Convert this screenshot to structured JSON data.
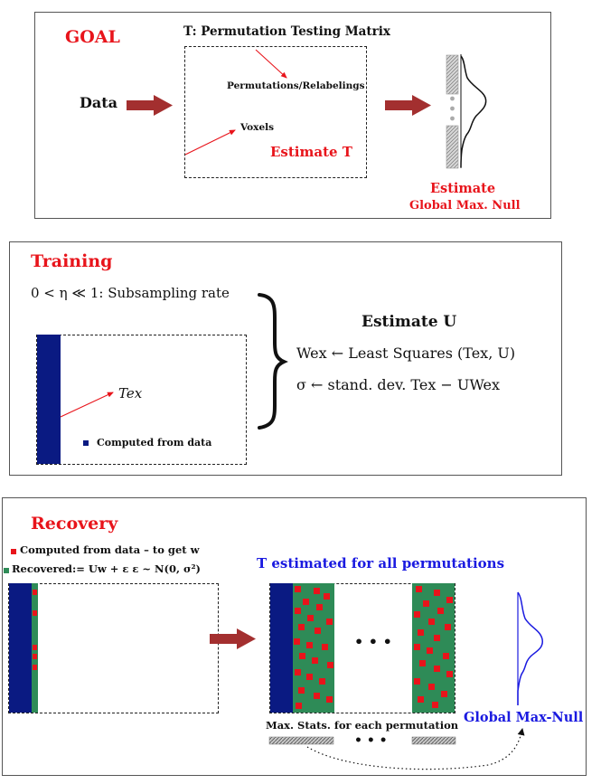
{
  "goal": {
    "title": "GOAL",
    "matrix_label": "T: Permutation Testing Matrix",
    "input_label": "Data",
    "permutations_label": "Permutations/Relabelings",
    "voxels_label": "Voxels",
    "estimate_T_label": "Estimate T",
    "estimate_label": "Estimate",
    "global_null_label": "Global Max. Null"
  },
  "training": {
    "title": "Training",
    "eta_label": "0 < η ≪ 1: Subsampling rate",
    "tex_label": "Tex",
    "computed_label": "Computed from data",
    "estimate_U": "Estimate U",
    "wex_line": "Wex ← Least Squares (Tex, U)",
    "sigma_line": "σ ← stand. dev. Tex − UWex"
  },
  "recovery": {
    "title": "Recovery",
    "computed_legend": "Computed from data – to get w",
    "recovered_legend": "Recovered:= Uw + ε   ε ~ N(0, σ²)",
    "estimated_label": "T estimated for all permutations",
    "ellipsis": "• • •",
    "max_stats_label": "Max. Stats. for each permutation",
    "global_max_null_label": "Global Max-Null"
  },
  "colors": {
    "red": "#e8141b",
    "dark_blue": "#0a1a82",
    "green": "#2e8b57",
    "blue_text": "#1a1ae0",
    "arrow": "#a32f2f"
  }
}
